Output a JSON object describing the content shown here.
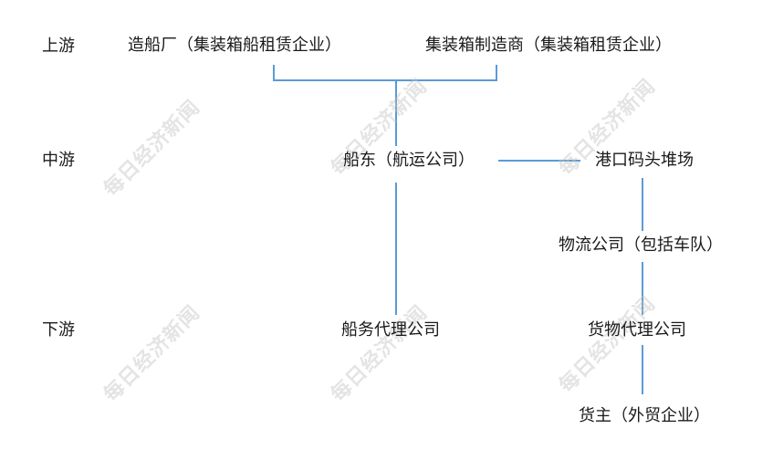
{
  "tiers": {
    "upstream": "上游",
    "midstream": "中游",
    "downstream": "下游"
  },
  "nodes": {
    "shipyard": "造船厂（集装箱船租赁企业）",
    "container_maker": "集装箱制造商（集装箱租赁企业）",
    "shipowner": "船东（航运公司）",
    "port": "港口码头堆场",
    "logistics": "物流公司（包括车队）",
    "ship_agency": "船务代理公司",
    "freight_agency": "货物代理公司",
    "cargo_owner": "货主（外贸企业）"
  },
  "watermark": "每日经济新闻",
  "colors": {
    "connector": "#5b9bd5",
    "text": "#1a1a1a"
  }
}
